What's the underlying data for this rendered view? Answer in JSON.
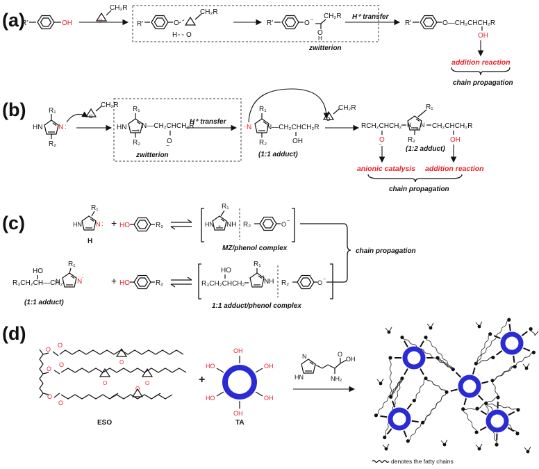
{
  "panels": {
    "a": {
      "label": "(a)",
      "reagent": "CH₂R",
      "start_rprime": "R'",
      "start_oh": "OH",
      "ts_rprime": "R'",
      "ts_o": "O",
      "ts_h": "H",
      "ts_epox_o": "O",
      "ts_ch2r": "CH₂R",
      "zw_rprime": "R'",
      "zw_o": "O",
      "zw_ch2r": "CH₂R",
      "zw_o2": "O",
      "zw_h": "H",
      "zwitterion": "zwitterion",
      "h_transfer": "H⁺ transfer",
      "product_rprime": "R'",
      "product_chain": "O—CH₂CHCH₂R",
      "product_oh": "OH",
      "addition": "addition reaction",
      "propagation": "chain propagation"
    },
    "b": {
      "label": "(b)",
      "im_r1": "R₁",
      "im_r2": "R₂",
      "im_hn": "HN",
      "im_n": "N",
      "reagent": "CH₂R",
      "zw_r1": "R₁",
      "zw_r2": "R₂",
      "zw_hn": "HN",
      "zw_chain": "N—CH₂CHCH₂R",
      "zw_o": "O",
      "zwitterion": "zwitterion",
      "h_transfer": "H⁺ transfer",
      "add_r1": "R₁",
      "add_r2": "R₂",
      "add_n": "N",
      "add_chain": "N—CH₂CHCH₂R",
      "add_oh": "OH",
      "adduct11": "(1:1 adduct)",
      "reagent2": "CH₂R",
      "p_left": "RCH₂CHCH₂",
      "p_r1": "R₁",
      "p_right": "CH₂CHCH₂R",
      "p_o": "O",
      "p_oh": "OH",
      "p_r2": "R₂",
      "adduct12": "(1:2 adduct)",
      "anionic": "anionic catalysis",
      "addition": "addition reaction",
      "propagation": "chain propagation"
    },
    "c": {
      "label": "(c)",
      "r1_top": "R₁",
      "h_label": "H",
      "ho_top": "HO",
      "r2_top": "R₂",
      "mz_r1": "R₁",
      "mz_nh": "NH",
      "mz_r2": "R₂",
      "mz_label": "MZ/phenol complex",
      "propagation": "chain propagation",
      "add_ho": "HO",
      "add_chain": "R₃CH₂CH—CH₂",
      "add_r1": "R₁",
      "add_n": "N",
      "ho_bot": "HO",
      "r2_bot": "R₂",
      "adduct11": "(1:1 adduct)",
      "cx_ho": "HO",
      "cx_chain": "R₃CH₂CHCH₂",
      "cx_r1": "R₁",
      "cx_nh": "NH",
      "cx_r2": "R₂",
      "cx_label": "1:1 adduct/phenol complex"
    },
    "d": {
      "label": "(d)",
      "eso": "ESO",
      "ta": "TA",
      "plus": "+",
      "his_oh": "OH",
      "his_o": "O",
      "his_nh2": "NH₂",
      "his_hn": "HN",
      "his_n": "N",
      "oh": "HO",
      "legend": "denotes the fatty chains"
    }
  },
  "colors": {
    "red": "#e8202a",
    "blue": "#2b2bd6",
    "ink": "#111111"
  }
}
